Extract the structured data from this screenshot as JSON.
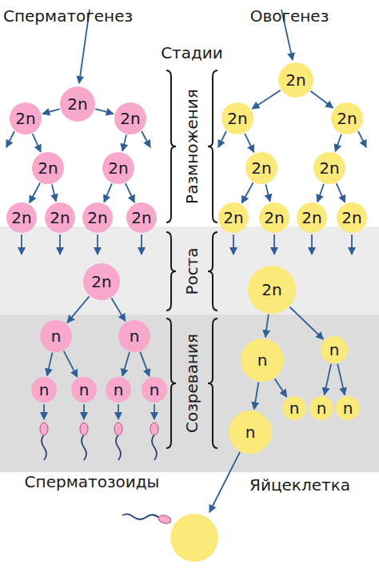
{
  "diagram": {
    "nodes": [
      {
        "text": [
          "2n"
        ]
      },
      {
        "text": [
          "2n"
        ]
      },
      {
        "text": [
          "2n"
        ]
      },
      {
        "text": [
          "2n"
        ]
      },
      {
        "text": [
          "2n"
        ]
      },
      {
        "text": [
          "2n"
        ]
      },
      {
        "text": [
          "2n"
        ]
      },
      {
        "text": [
          "2n"
        ]
      },
      {
        "text": [
          "2n"
        ]
      },
      {
        "text": [
          "2n"
        ]
      },
      {
        "text": [
          "n"
        ]
      },
      {
        "text": [
          "n"
        ]
      },
      {
        "text": [
          "n"
        ]
      },
      {
        "text": [
          "n"
        ]
      },
      {
        "text": [
          "n"
        ]
      },
      {
        "text": [
          "n"
        ]
      },
      {
        "text": [
          "2n"
        ]
      },
      {
        "text": [
          "2n"
        ]
      },
      {
        "text": [
          "2n"
        ]
      },
      {
        "text": [
          "2n"
        ]
      },
      {
        "text": [
          "2n"
        ]
      },
      {
        "text": [
          "2n"
        ]
      },
      {
        "text": [
          "2n"
        ]
      },
      {
        "text": [
          "2n"
        ]
      },
      {
        "text": [
          "2n"
        ]
      },
      {
        "text": [
          "2n"
        ]
      },
      {
        "text": [
          "n"
        ]
      },
      {
        "text": [
          "n"
        ]
      },
      {
        "text": [
          "n"
        ]
      },
      {
        "text": [
          "n"
        ]
      },
      {
        "text": [
          "n"
        ]
      },
      {
        "text": [
          "n"
        ]
      }
    ],
    "edges": [
      {
        "from": 0,
        "to": 1,
        "arrow": "to"
      },
      {
        "from": 0,
        "to": 2,
        "arrow": "to"
      },
      {
        "from": 1,
        "to": 3,
        "arrow": "to"
      },
      {
        "from": 2,
        "to": 4,
        "arrow": "to"
      },
      {
        "from": 3,
        "to": 5,
        "arrow": "to"
      },
      {
        "from": 3,
        "to": 6,
        "arrow": "to"
      },
      {
        "from": 4,
        "to": 7,
        "arrow": "to"
      },
      {
        "from": 4,
        "to": 8,
        "arrow": "to"
      },
      {
        "from": 9,
        "to": 10,
        "arrow": "to"
      },
      {
        "from": 9,
        "to": 11,
        "arrow": "to"
      },
      {
        "from": 10,
        "to": 12,
        "arrow": "to"
      },
      {
        "from": 10,
        "to": 13,
        "arrow": "to"
      },
      {
        "from": 11,
        "to": 14,
        "arrow": "to"
      },
      {
        "from": 11,
        "to": 15,
        "arrow": "to"
      },
      {
        "from": 16,
        "to": 17,
        "arrow": "to"
      },
      {
        "from": 16,
        "to": 18,
        "arrow": "to"
      },
      {
        "from": 17,
        "to": 19,
        "arrow": "to"
      },
      {
        "from": 18,
        "to": 20,
        "arrow": "to"
      },
      {
        "from": 19,
        "to": 21,
        "arrow": "to"
      },
      {
        "from": 19,
        "to": 22,
        "arrow": "to"
      },
      {
        "from": 20,
        "to": 23,
        "arrow": "to"
      },
      {
        "from": 20,
        "to": 24,
        "arrow": "to"
      },
      {
        "from": 25,
        "to": 26,
        "arrow": "to"
      },
      {
        "from": 25,
        "to": 27,
        "arrow": "to"
      },
      {
        "from": 26,
        "to": 28,
        "arrow": "to"
      },
      {
        "from": 26,
        "to": 31,
        "arrow": "to"
      },
      {
        "from": 27,
        "to": 29,
        "arrow": "to"
      },
      {
        "from": 27,
        "to": 30,
        "arrow": "to"
      }
    ],
    "labels": [
      "Сперматогенез",
      "Овогенез",
      "Стадии",
      "Размножения",
      "Роста",
      "Созревания",
      "Сперматозоиды",
      "Яйцеклетка"
    ]
  }
}
